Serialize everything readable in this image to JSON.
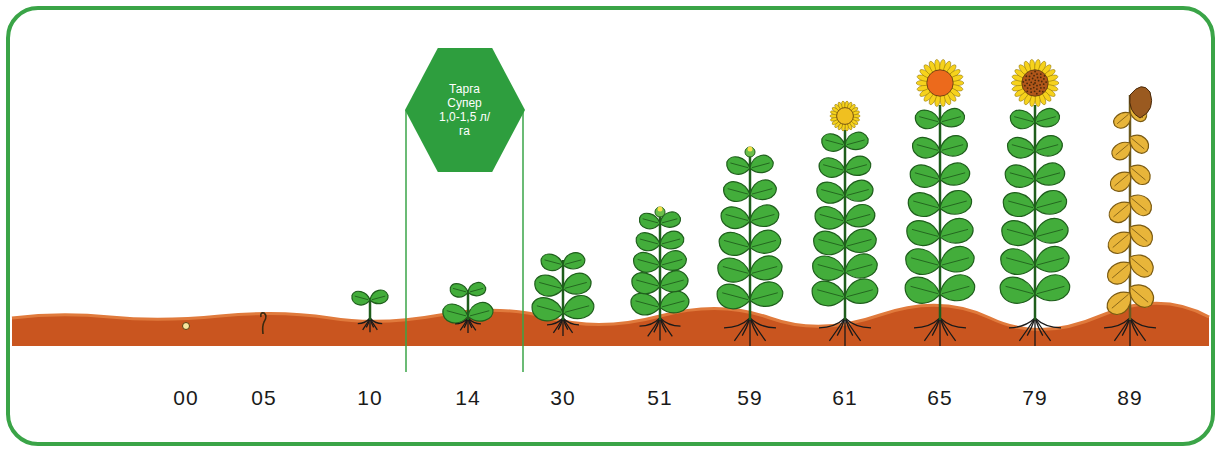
{
  "diagram": {
    "nodes": [
      {
        "text": [
          "Тарга Супер 1,0-1,5 л/га"
        ]
      }
    ],
    "labels": [
      "00",
      "05",
      "10",
      "14",
      "30",
      "51",
      "59",
      "61",
      "65",
      "79",
      "89"
    ]
  }
}
